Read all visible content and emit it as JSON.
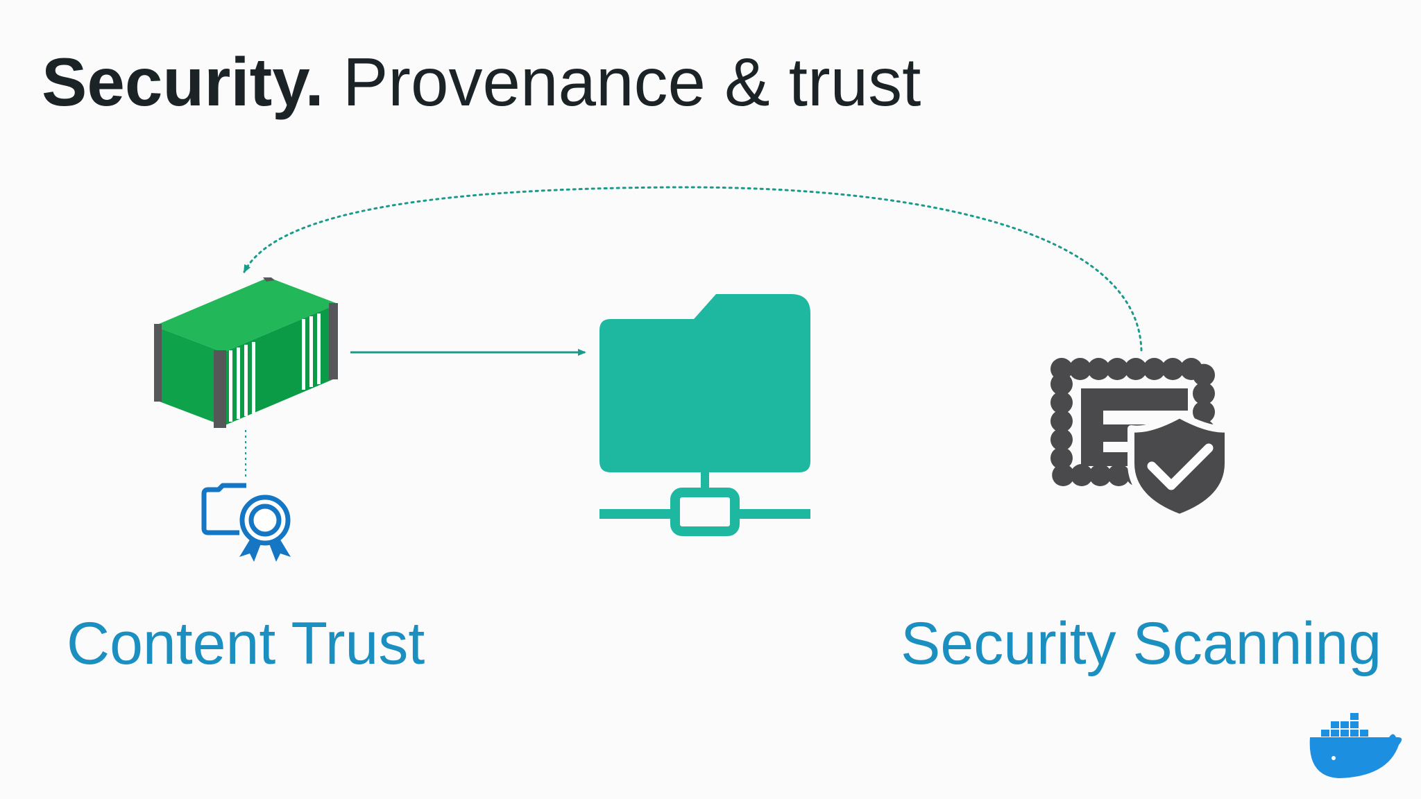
{
  "title": {
    "bold": "Security.",
    "rest": "Provenance & trust"
  },
  "labels": {
    "left": "Content Trust",
    "right": "Security Scanning"
  },
  "icons": {
    "container": "shipping-container-icon",
    "certificate": "certificate-icon",
    "network_folder": "network-folder-icon",
    "scan_shield": "security-scan-shield-icon",
    "logo": "docker-whale-logo"
  },
  "colors": {
    "title_text": "#1b2327",
    "label_text": "#1b8fc0",
    "container_green": "#0ea34a",
    "folder_teal": "#1eb8a0",
    "arrow_teal": "#1a9a8a",
    "cert_blue": "#1576c4",
    "scan_gray": "#4a4a4c",
    "docker_blue": "#1d8fe0"
  }
}
